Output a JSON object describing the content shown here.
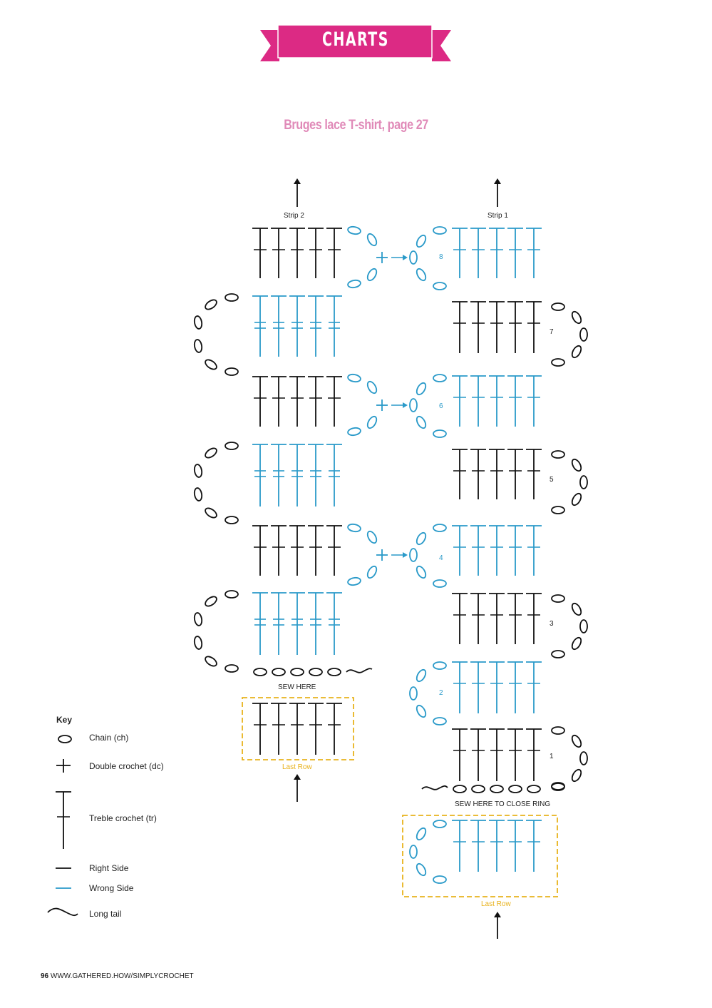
{
  "header": {
    "banner": "CHARTS",
    "subtitle": "Bruges lace T-shirt, page 27"
  },
  "chart": {
    "strip2_label": "Strip 2",
    "strip1_label": "Strip 1",
    "row_numbers": [
      "8",
      "7",
      "6",
      "5",
      "4",
      "3",
      "2",
      "1"
    ],
    "sew_here": "SEW HERE",
    "sew_here_close": "SEW HERE TO CLOSE RING",
    "last_row": "Last Row"
  },
  "key": {
    "title": "Key",
    "items": [
      {
        "label": "Chain (ch)",
        "icon": "chain-icon"
      },
      {
        "label": "Double crochet (dc)",
        "icon": "double-crochet-icon"
      },
      {
        "label": "Treble crochet (tr)",
        "icon": "treble-crochet-icon"
      },
      {
        "label": "Right Side",
        "icon": "right-side-line-icon"
      },
      {
        "label": "Wrong Side",
        "icon": "wrong-side-line-icon"
      },
      {
        "label": "Long tail",
        "icon": "long-tail-icon"
      }
    ]
  },
  "colors": {
    "pink": "#dc2a84",
    "subtitle": "#e08ab8",
    "blue": "#2a9ac9",
    "black": "#111111",
    "yellow": "#e8b21c"
  },
  "footer": {
    "page": "96",
    "url": "WWW.GATHERED.HOW/SIMPLYCROCHET"
  }
}
